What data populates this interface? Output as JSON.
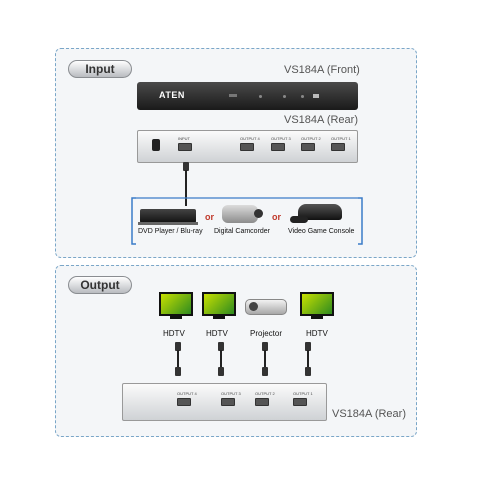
{
  "input": {
    "title": "Input",
    "front_label": "VS184A (Front)",
    "rear_label": "VS184A (Rear)",
    "brand": "ATEN",
    "input_port_label": "INPUT",
    "output_port_labels": [
      "OUTPUT 4",
      "OUTPUT 3",
      "OUTPUT 2",
      "OUTPUT 1"
    ],
    "sources": [
      "DVD Player / Blu-ray",
      "Digital Camcorder",
      "Video Game Console"
    ],
    "or_word": "or"
  },
  "output": {
    "title": "Output",
    "rear_label": "VS184A (Rear)",
    "displays": [
      "HDTV",
      "HDTV",
      "Projector",
      "HDTV"
    ],
    "output_port_labels": [
      "OUTPUT 4",
      "OUTPUT 3",
      "OUTPUT 2",
      "OUTPUT 1"
    ]
  },
  "colors": {
    "panel_border": "#7aa6c8",
    "or_text": "#c0392b",
    "accent_blue": "#3a7bc8"
  }
}
